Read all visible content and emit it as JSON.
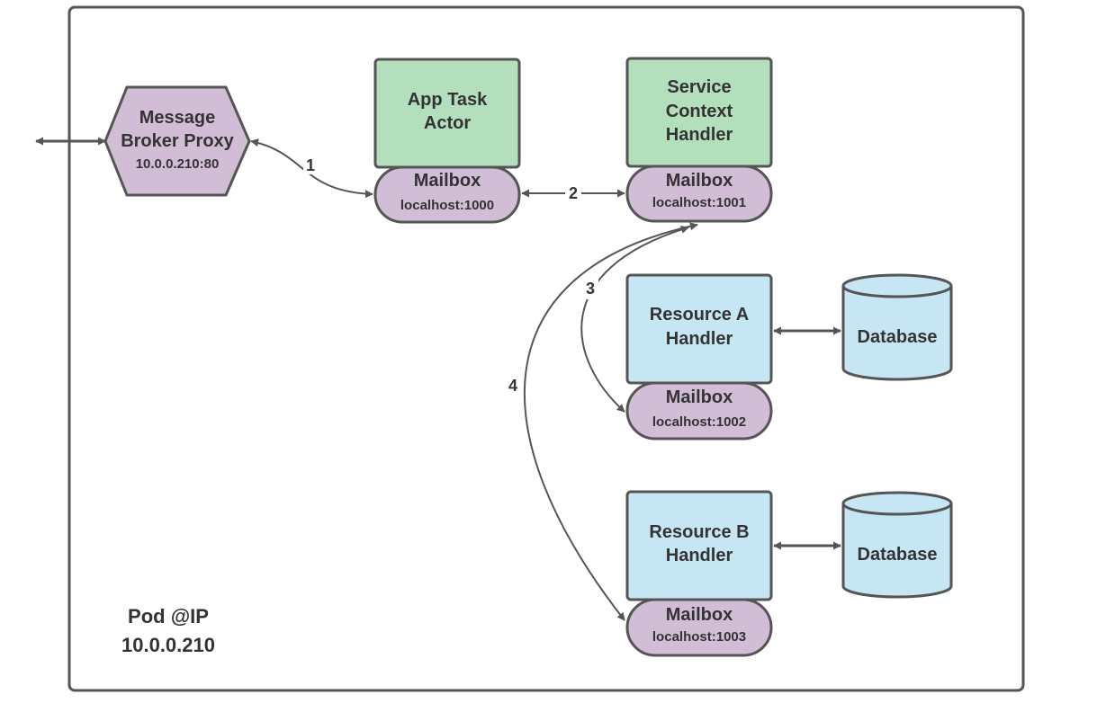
{
  "pod": {
    "line1": "Pod @IP",
    "line2": "10.0.0.210"
  },
  "proxy": {
    "line1": "Message",
    "line2": "Broker Proxy",
    "address": "10.0.0.210:80"
  },
  "app_task": {
    "line1": "App Task",
    "line2": "Actor",
    "mailbox_label": "Mailbox",
    "mailbox_address": "localhost:1000"
  },
  "service_context": {
    "line1": "Service",
    "line2": "Context",
    "line3": "Handler",
    "mailbox_label": "Mailbox",
    "mailbox_address": "localhost:1001"
  },
  "resource_a": {
    "line1": "Resource A",
    "line2": "Handler",
    "mailbox_label": "Mailbox",
    "mailbox_address": "localhost:1002",
    "database": "Database"
  },
  "resource_b": {
    "line1": "Resource B",
    "line2": "Handler",
    "mailbox_label": "Mailbox",
    "mailbox_address": "localhost:1003",
    "database": "Database"
  },
  "edges": {
    "e1": "1",
    "e2": "2",
    "e3": "3",
    "e4": "4"
  },
  "colors": {
    "green": "#b3dfbd",
    "purple": "#d1bed6",
    "blue": "#c6e6f4",
    "stroke": "#555555",
    "text": "#333333"
  }
}
